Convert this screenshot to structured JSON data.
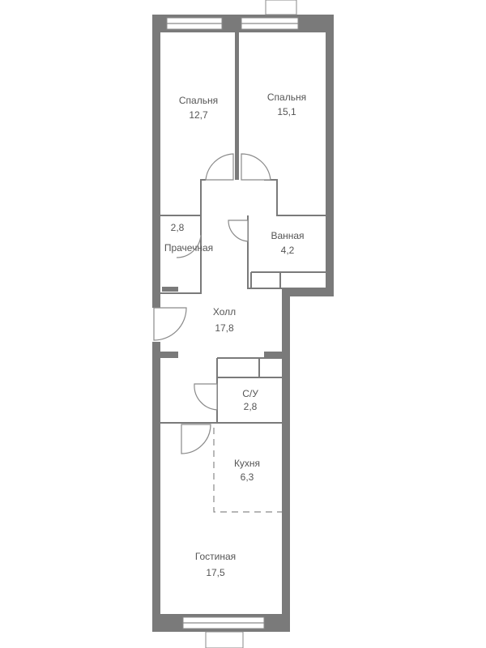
{
  "rooms": [
    {
      "id": "bedroom-1",
      "name": "Спальня",
      "area": "12,7"
    },
    {
      "id": "bedroom-2",
      "name": "Спальня",
      "area": "15,1"
    },
    {
      "id": "laundry",
      "name": "Прачечная",
      "area": "2,8"
    },
    {
      "id": "bathroom",
      "name": "Ванная",
      "area": "4,2"
    },
    {
      "id": "hall",
      "name": "Холл",
      "area": "17,8"
    },
    {
      "id": "wc",
      "name": "С/У",
      "area": "2,8"
    },
    {
      "id": "kitchen",
      "name": "Кухня",
      "area": "6,3"
    },
    {
      "id": "living-room",
      "name": "Гостиная",
      "area": "17,5"
    }
  ],
  "colors": {
    "wall": "#7a7a7a",
    "label": "#555555",
    "background": "#ffffff"
  }
}
